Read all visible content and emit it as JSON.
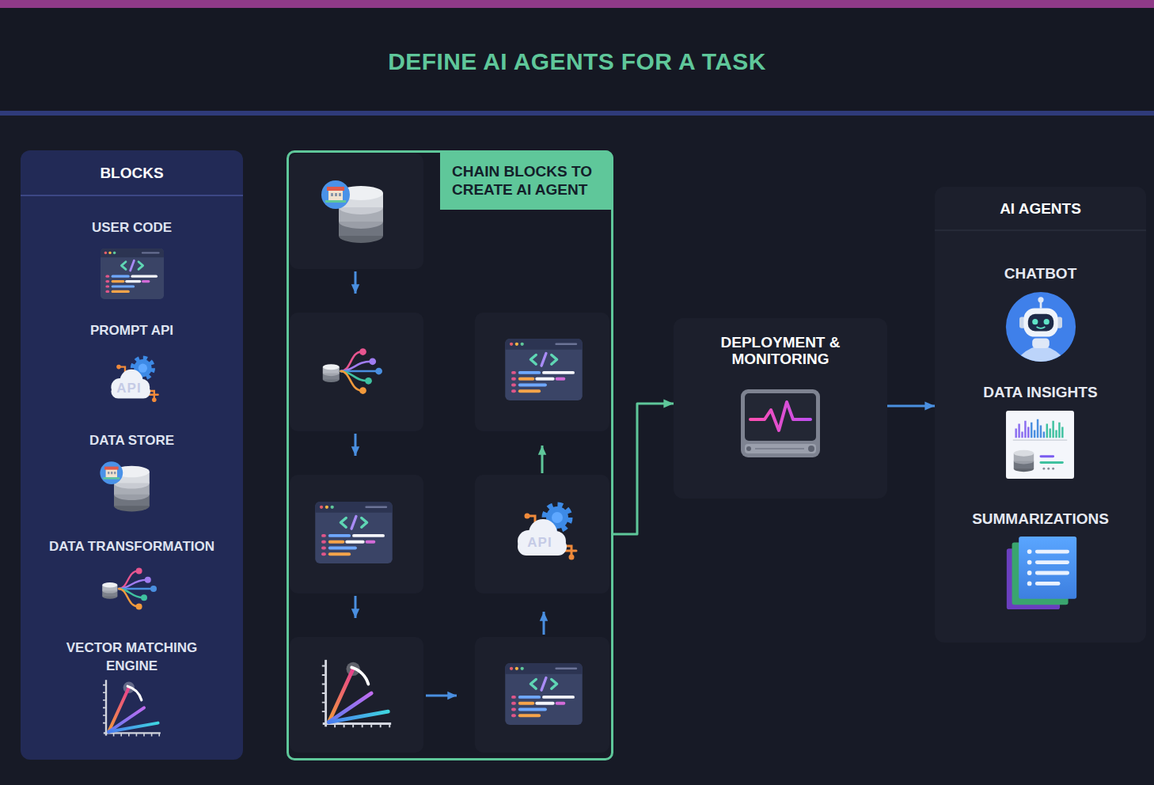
{
  "diagram": {
    "title": "DEFINE AI AGENTS FOR A TASK",
    "nodes": [
      {
        "text": [
          "BLOCKS",
          "USER CODE",
          "PROMPT API",
          "DATA STORE",
          "DATA TRANSFORMATION",
          "VECTOR MATCHING ENGINE"
        ]
      },
      {
        "text": [
          "CHAIN BLOCKS TO CREATE AI AGENT"
        ]
      },
      {
        "text": [
          "DEPLOYMENT & MONITORING"
        ]
      },
      {
        "text": [
          "AI AGENTS",
          "CHATBOT",
          "DATA INSIGHTS",
          "SUMMARIZATIONS"
        ]
      }
    ],
    "edges": [
      {
        "from": 1,
        "to": 2,
        "arrow": "to"
      },
      {
        "from": 2,
        "to": 3,
        "arrow": "to"
      }
    ],
    "labels": [
      "API",
      "API"
    ]
  }
}
